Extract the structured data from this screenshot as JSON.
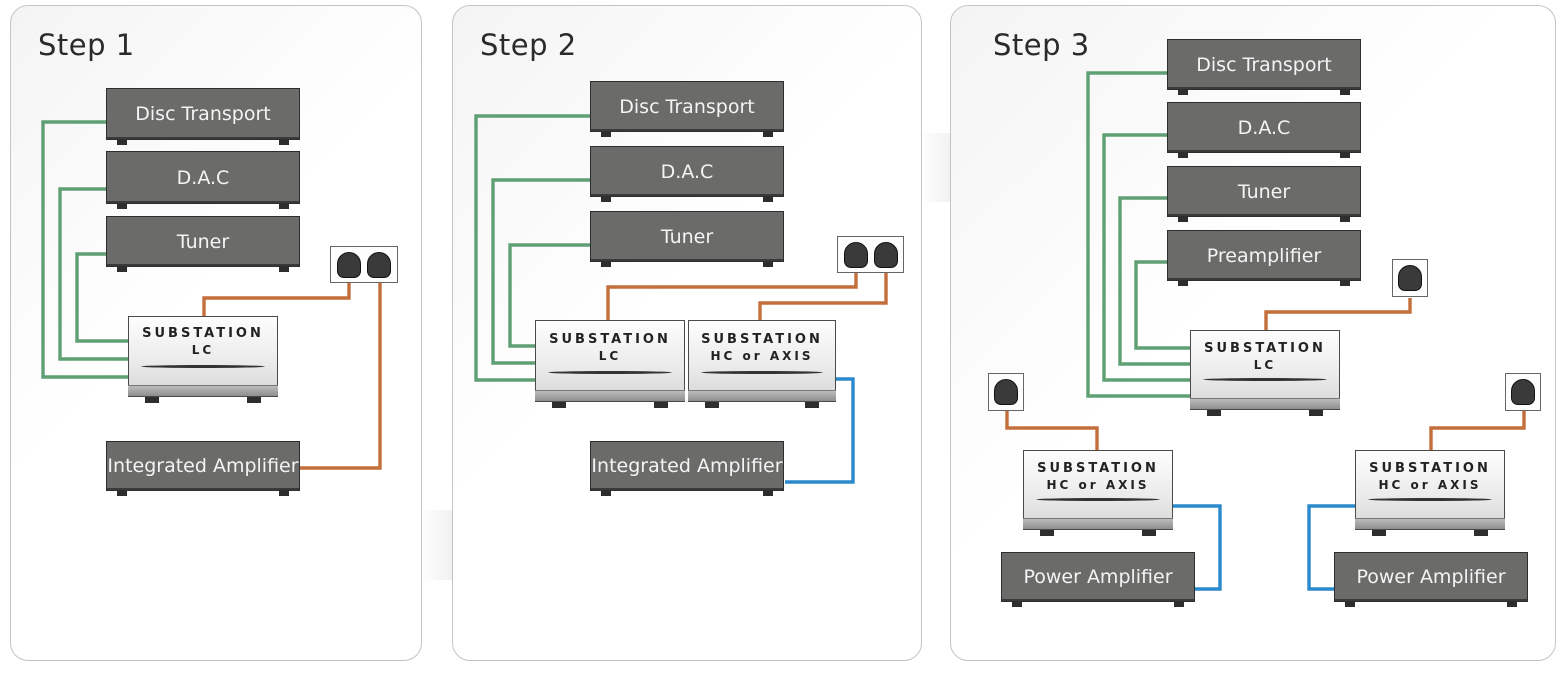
{
  "steps": [
    {
      "title": "Step 1",
      "devices": [
        "Disc Transport",
        "D.A.C",
        "Tuner",
        "Integrated Amplifier"
      ],
      "substations": [
        {
          "line1": "SUBSTATION",
          "line2": "LC"
        }
      ]
    },
    {
      "title": "Step 2",
      "devices": [
        "Disc Transport",
        "D.A.C",
        "Tuner",
        "Integrated Amplifier"
      ],
      "substations": [
        {
          "line1": "SUBSTATION",
          "line2": "LC"
        },
        {
          "line1": "SUBSTATION",
          "line2": "HC or AXIS"
        }
      ]
    },
    {
      "title": "Step 3",
      "devices": [
        "Disc Transport",
        "D.A.C",
        "Tuner",
        "Preamplifier",
        "Power Amplifier",
        "Power Amplifier"
      ],
      "substations": [
        {
          "line1": "SUBSTATION",
          "line2": "LC"
        },
        {
          "line1": "SUBSTATION",
          "line2": "HC or AXIS"
        },
        {
          "line1": "SUBSTATION",
          "line2": "HC or AXIS"
        }
      ]
    }
  ],
  "colors": {
    "signal_cable": "#5f9f74",
    "mains_cable": "#c46f3b",
    "power_cable": "#2a8acb",
    "device_body": "#6b6b69"
  }
}
